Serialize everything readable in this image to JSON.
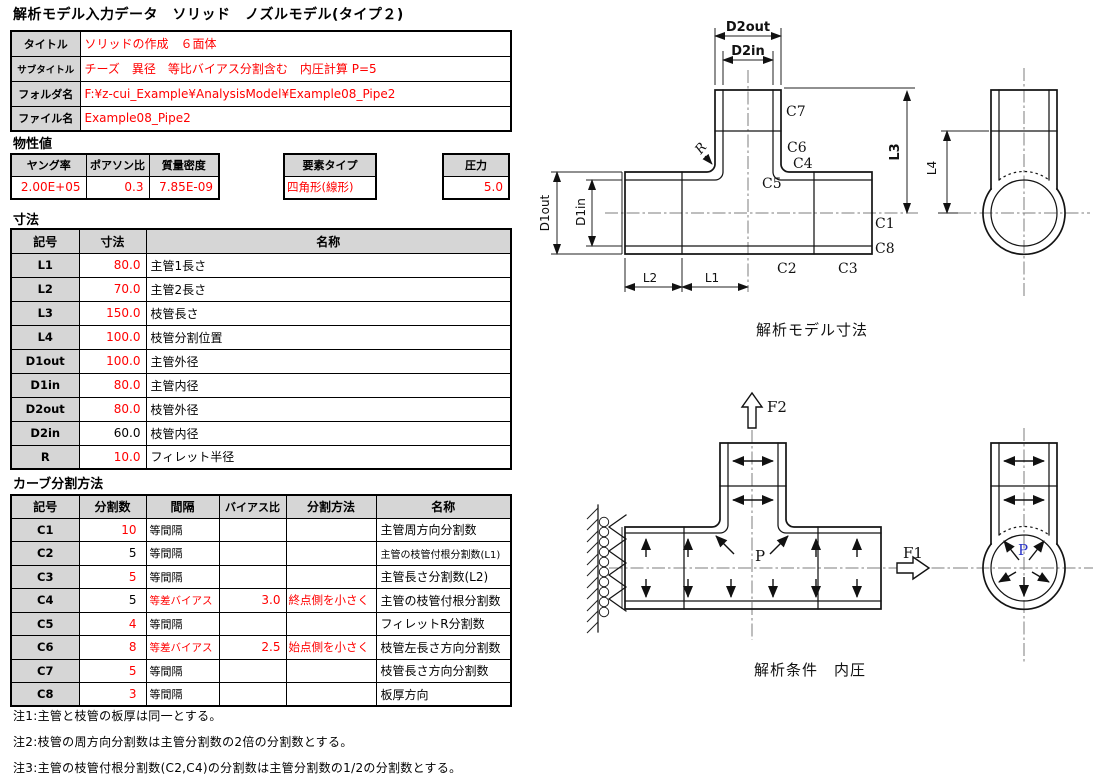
{
  "title": "解析モデル入力データ　ソリッド　ノズルモデル(タイプ２)",
  "info": {
    "rows": [
      {
        "label": "タイトル",
        "value": "ソリッドの作成　６面体"
      },
      {
        "label": "サブタイトル",
        "value": "チーズ　異径　等比バイアス分割含む　内圧計算 P=5"
      },
      {
        "label": "フォルダ名",
        "value": "F:¥z-cui_Example¥AnalysisModel¥Example08_Pipe2"
      },
      {
        "label": "ファイル名",
        "value": "Example08_Pipe2"
      }
    ]
  },
  "material": {
    "heading": "物性値",
    "young_label": "ヤング率",
    "young_value": "2.00E+05",
    "poisson_label": "ポアソン比",
    "poisson_value": "0.3",
    "density_label": "質量密度",
    "density_value": "7.85E-09",
    "element_type_label": "要素タイプ",
    "element_type_value": "四角形(線形)",
    "pressure_label": "圧力",
    "pressure_value": "5.0"
  },
  "dims": {
    "heading": "寸法",
    "headers": [
      "記号",
      "寸法",
      "名称"
    ],
    "rows": [
      {
        "sym": "L1",
        "val": "80.0",
        "name": "主管1長さ"
      },
      {
        "sym": "L2",
        "val": "70.0",
        "name": "主管2長さ"
      },
      {
        "sym": "L3",
        "val": "150.0",
        "name": "枝管長さ"
      },
      {
        "sym": "L4",
        "val": "100.0",
        "name": "枝管分割位置"
      },
      {
        "sym": "D1out",
        "val": "100.0",
        "name": "主管外径"
      },
      {
        "sym": "D1in",
        "val": "80.0",
        "name": "主管内径"
      },
      {
        "sym": "D2out",
        "val": "80.0",
        "name": "枝管外径"
      },
      {
        "sym": "D2in",
        "val": "60.0",
        "name": "枝管内径"
      },
      {
        "sym": "R",
        "val": "10.0",
        "name": "フィレット半径"
      }
    ]
  },
  "curves": {
    "heading": "カーブ分割方法",
    "headers": [
      "記号",
      "分割数",
      "間隔",
      "バイアス比",
      "分割方法",
      "名称"
    ],
    "rows": [
      {
        "sym": "C1",
        "n": "10",
        "interval": "等間隔",
        "bias": "",
        "method": "",
        "name": "主管周方向分割数"
      },
      {
        "sym": "C2",
        "n": "5",
        "interval": "等間隔",
        "bias": "",
        "method": "",
        "name": "主管の枝管付根分割数(L1)"
      },
      {
        "sym": "C3",
        "n": "5",
        "interval": "等間隔",
        "bias": "",
        "method": "",
        "name": "主管長さ分割数(L2)"
      },
      {
        "sym": "C4",
        "n": "5",
        "interval": "等差バイアス",
        "bias": "3.0",
        "method": "終点側を小さく",
        "name": "主管の枝管付根分割数"
      },
      {
        "sym": "C5",
        "n": "4",
        "interval": "等間隔",
        "bias": "",
        "method": "",
        "name": "フィレットR分割数"
      },
      {
        "sym": "C6",
        "n": "8",
        "interval": "等差バイアス",
        "bias": "2.5",
        "method": "始点側を小さく",
        "name": "枝管左長さ方向分割数"
      },
      {
        "sym": "C7",
        "n": "5",
        "interval": "等間隔",
        "bias": "",
        "method": "",
        "name": "枝管長さ方向分割数"
      },
      {
        "sym": "C8",
        "n": "3",
        "interval": "等間隔",
        "bias": "",
        "method": "",
        "name": "板厚方向"
      }
    ]
  },
  "notes": [
    "注1:主管と枝管の板厚は同一とする。",
    "注2:枝管の周方向分割数は主管分割数の2倍の分割数とする。",
    "注3:主管の枝管付根分割数(C2,C4)の分割数は主管分割数の1/2の分割数とする。"
  ],
  "diagram": {
    "dim_caption": "解析モデル寸法",
    "cond_caption": "解析条件　内圧",
    "labels": {
      "d2out": "D2out",
      "d2in": "D2in",
      "d1out": "D1out",
      "d1in": "D1in",
      "l1": "L1",
      "l2": "L2",
      "l3": "L3",
      "l4": "L4",
      "r": "R",
      "c1": "C1",
      "c2": "C2",
      "c3": "C3",
      "c4": "C4",
      "c5": "C5",
      "c6": "C6",
      "c7": "C7",
      "c8": "C8",
      "f1": "F1",
      "f2": "F2",
      "p": "P"
    }
  },
  "colors": {
    "value_red": "#ff0000",
    "header_gray": "#d6d6d6",
    "pressure_p_blue": "#2b35c8",
    "centerline_gray": "#7d7d7d"
  }
}
